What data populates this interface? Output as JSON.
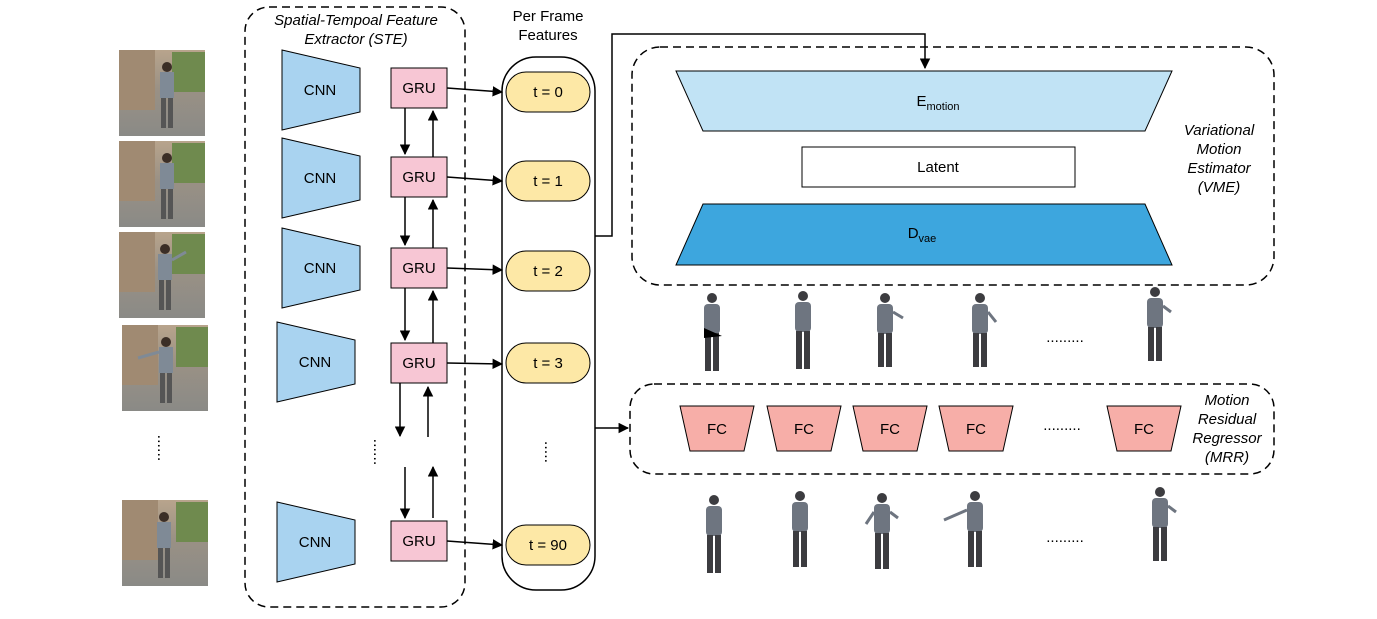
{
  "ste": {
    "title_line1": "Spatial-Tempoal Feature",
    "title_line2": "Extractor (STE)",
    "cnn_label": "CNN",
    "gru_label": "GRU",
    "ellipsis": "......"
  },
  "per_frame": {
    "title_line1": "Per Frame",
    "title_line2": "Features",
    "items": [
      "t = 0",
      "t = 1",
      "t = 2",
      "t = 3",
      "t = 90"
    ],
    "ellipsis": "....."
  },
  "vme": {
    "encoder_main": "E",
    "encoder_sub": "motion",
    "latent": "Latent",
    "decoder_main": "D",
    "decoder_sub": "vae",
    "title_line1": "Variational",
    "title_line2": "Motion",
    "title_line3": "Estimator",
    "title_line4": "(VME)"
  },
  "mrr": {
    "fc_label": "FC",
    "ellipsis": ".........",
    "title_line1": "Motion",
    "title_line2": "Residual",
    "title_line3": "Regressor",
    "title_line4": "(MRR)"
  },
  "frames_ellipsis": "......",
  "body_row_ellipsis": ".........",
  "colors": {
    "cnn_fill": "#a9d3f0",
    "gru_fill": "#f7c6d4",
    "feature_fill": "#fde8a6",
    "encoder_fill": "#c1e3f5",
    "decoder_fill": "#3da6de",
    "fc_fill": "#f7aea8"
  }
}
